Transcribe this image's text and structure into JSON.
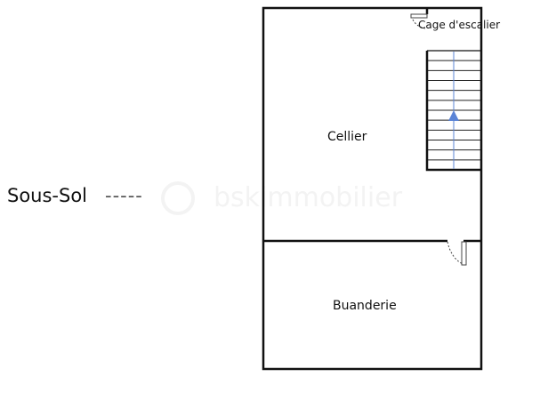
{
  "level_label": "Sous-Sol",
  "level_connector": "-----",
  "watermark": "bskimmobilier",
  "rooms": [
    {
      "name": "Cellier"
    },
    {
      "name": "Buanderie"
    },
    {
      "name": "Cage d'escalier"
    }
  ],
  "colors": {
    "wall": "#111111",
    "stair_arrow": "#5b84d6"
  }
}
